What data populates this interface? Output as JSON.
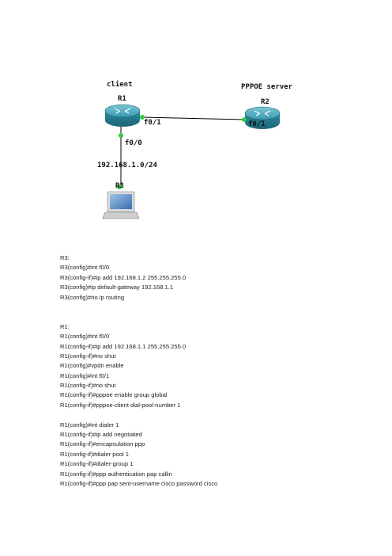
{
  "diagram": {
    "client_label": "client",
    "server_label": "PPPOE server",
    "r1_name": "R1",
    "r2_name": "R2",
    "r3_name": "R3",
    "r1_port_right": "f0/1",
    "r1_port_down": "f0/0",
    "r2_port": "f0/1",
    "subnet": "192.168.1.0/24",
    "colors": {
      "router": "#2f8fa6",
      "link_dot": "#2ecc40",
      "line": "#000000"
    }
  },
  "config": {
    "r3": {
      "heading": "R3:",
      "lines": [
        "R3(config)#int f0/0",
        "R3(config-if)#ip add 192.168.1.2 255.255.255.0",
        "R3(config)#ip default-gateway 192.168.1.1",
        "R3(config)#no ip routing"
      ]
    },
    "r1": {
      "heading": "R1:",
      "lines": [
        "R1(config)#int f0/0",
        "R1(config-if)#ip add 192.168.1.1 255.255.255.0",
        "R1(config-if)#no shut",
        "R1(config)#vpdn enable",
        "R1(config)#int f0/1",
        "R1(config-if)#no shut",
        "R1(config-if)#pppoe enable group global",
        "R1(config-if)#pppoe-client dial-pool-number 1"
      ],
      "dialer_lines": [
        "R1(config)#int dialer 1",
        "R1(config-if)#ip add negotiated",
        "R1(config-if)#encapsulation ppp",
        "R1(config-if)#dialer pool 1",
        "R1(config-if)#dialer-group 1",
        "R1(config-if)#ppp authentication pap callin",
        "R1(config-if)#ppp pap sent-username cisco password cisco"
      ]
    }
  }
}
